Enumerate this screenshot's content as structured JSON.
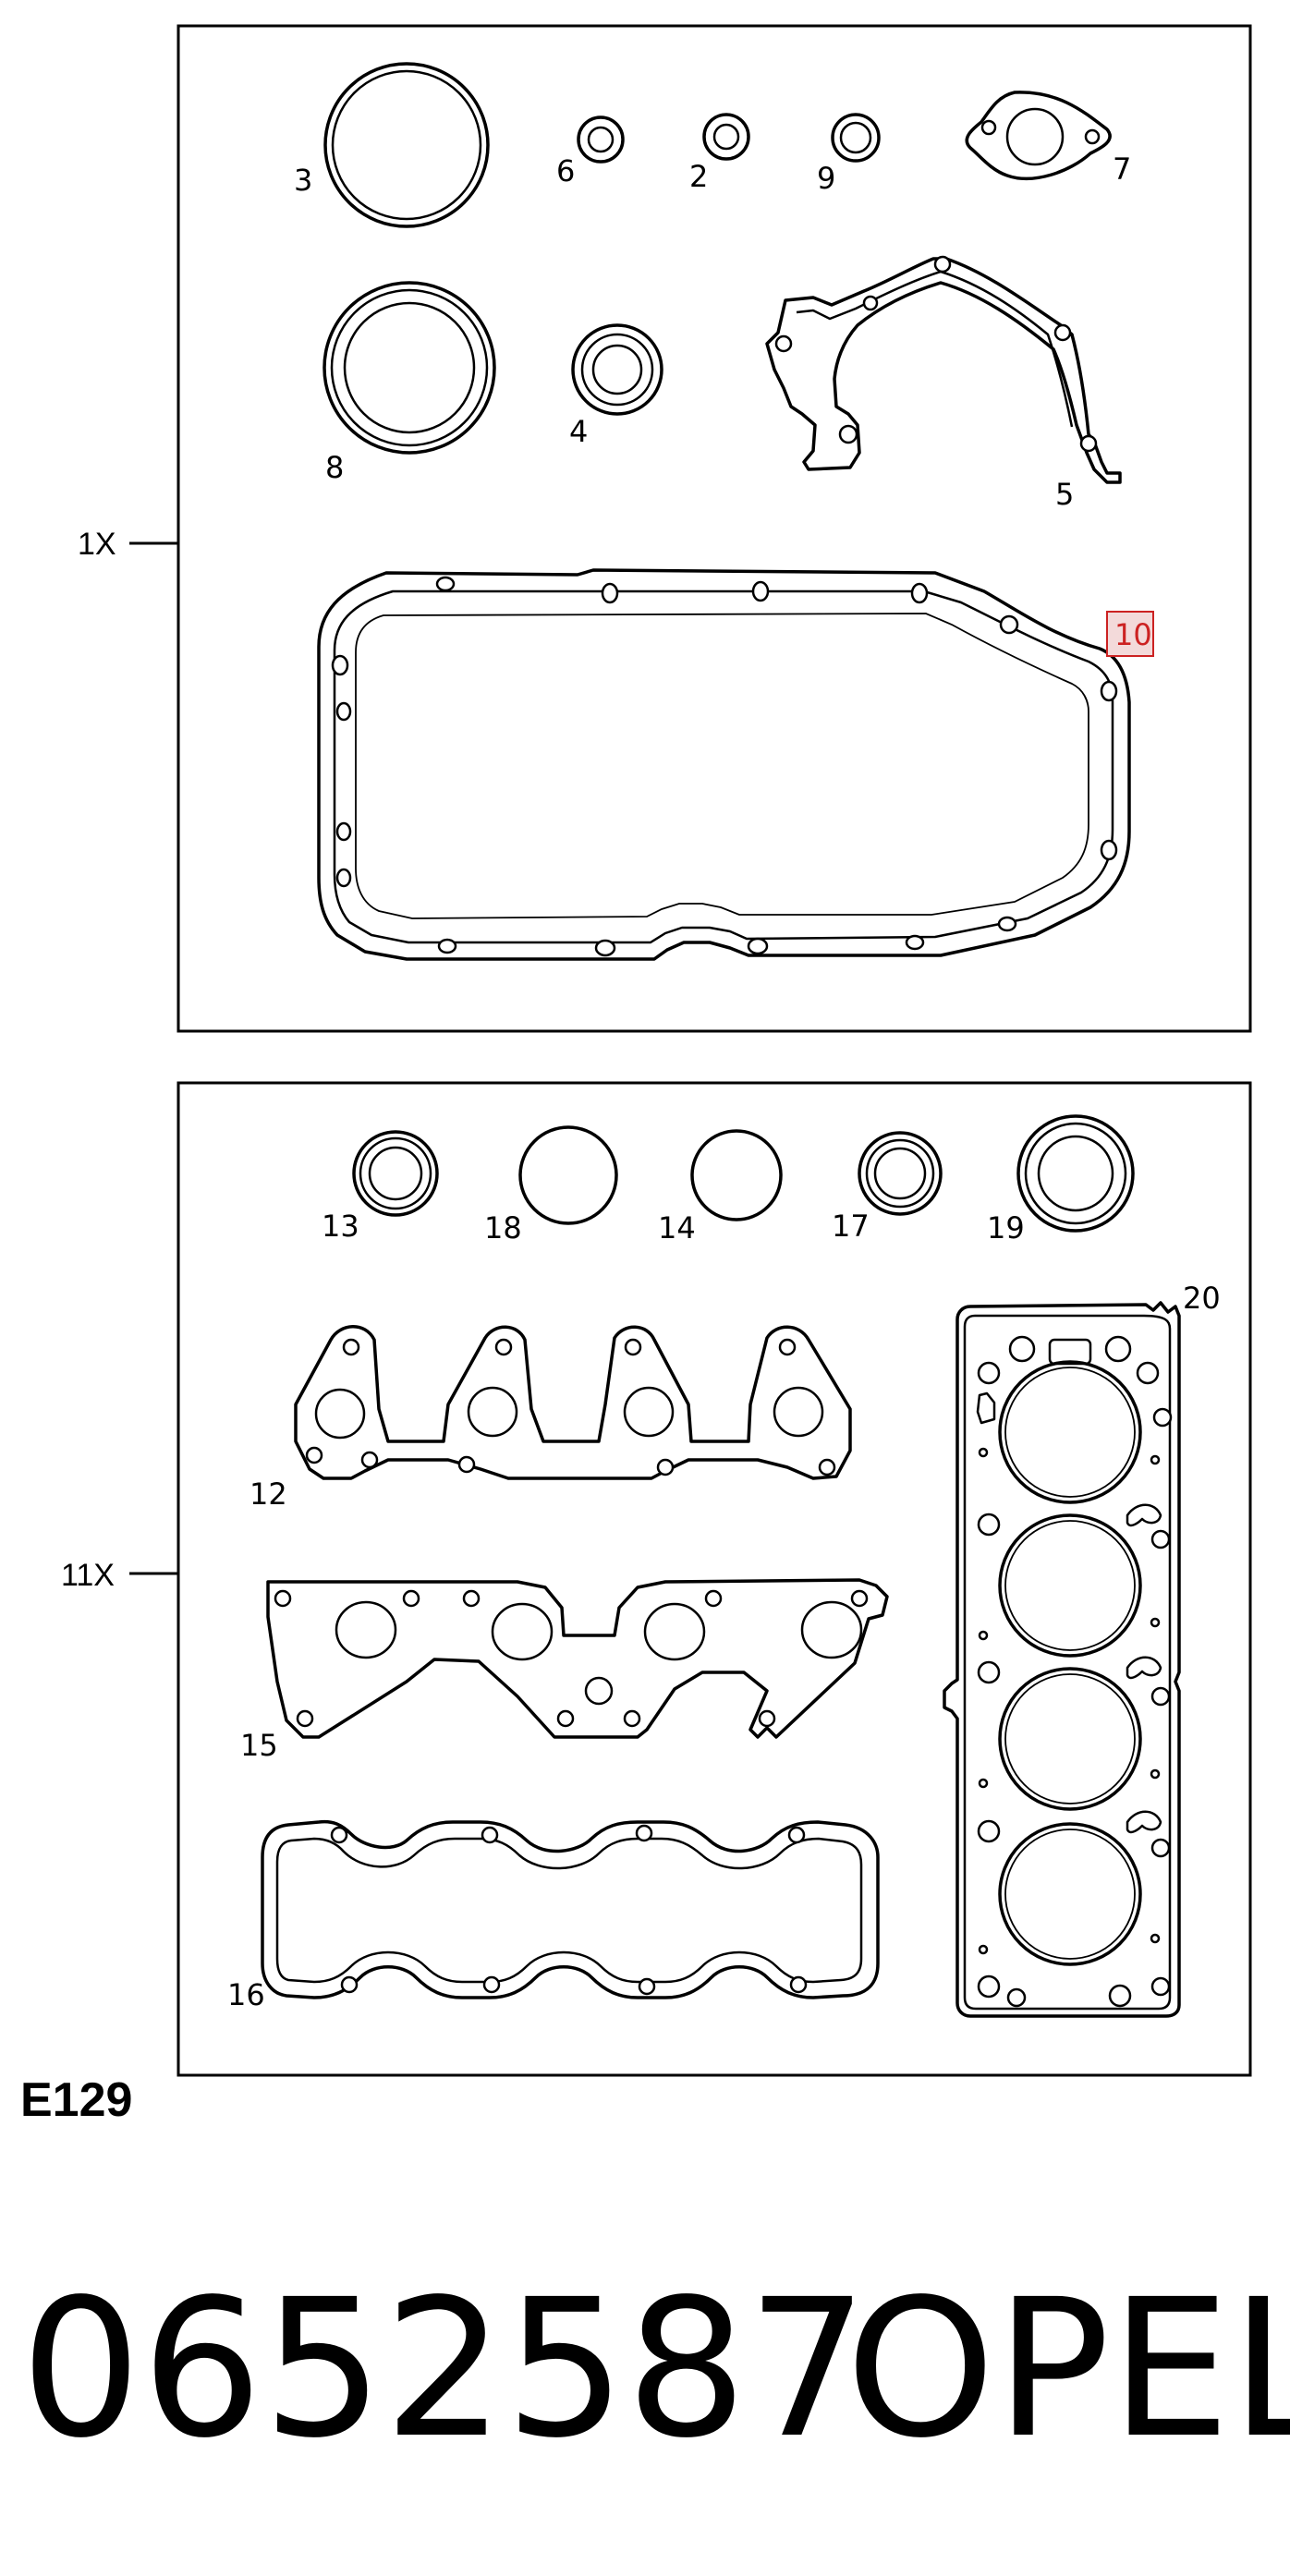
{
  "diagram": {
    "id": "E129",
    "highlight_color": "#cc2222",
    "sections": [
      {
        "quantity_label": "1X",
        "parts": [
          {
            "number": "3"
          },
          {
            "number": "6"
          },
          {
            "number": "2"
          },
          {
            "number": "9"
          },
          {
            "number": "7"
          },
          {
            "number": "8"
          },
          {
            "number": "4"
          },
          {
            "number": "5"
          },
          {
            "number": "10",
            "highlighted": true
          }
        ]
      },
      {
        "quantity_label": "11X",
        "parts": [
          {
            "number": "13"
          },
          {
            "number": "18"
          },
          {
            "number": "14"
          },
          {
            "number": "17"
          },
          {
            "number": "19"
          },
          {
            "number": "20"
          },
          {
            "number": "12"
          },
          {
            "number": "15"
          },
          {
            "number": "16"
          }
        ]
      }
    ]
  },
  "footer": {
    "part_number": "0652587",
    "brand": "OPEL"
  }
}
